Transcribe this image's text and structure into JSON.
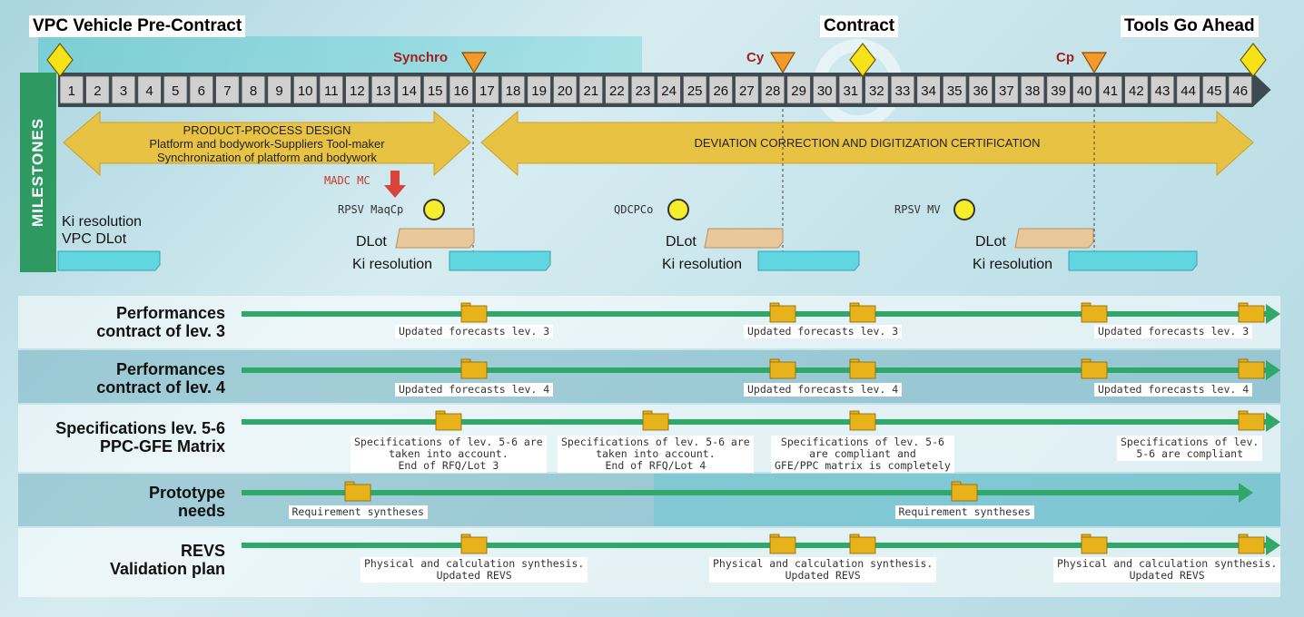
{
  "header": {
    "vpc": "VPC Vehicle Pre-Contract",
    "contract": "Contract",
    "tools": "Tools Go Ahead"
  },
  "sidebar_label": "MILESTONES",
  "milestones": {
    "synchro": "Synchro",
    "cy": "Cy",
    "cp": "Cp"
  },
  "weeks": [
    "1",
    "2",
    "3",
    "4",
    "5",
    "6",
    "7",
    "8",
    "9",
    "10",
    "11",
    "12",
    "13",
    "14",
    "15",
    "16",
    "17",
    "18",
    "19",
    "20",
    "21",
    "22",
    "23",
    "24",
    "25",
    "26",
    "27",
    "28",
    "29",
    "30",
    "31",
    "32",
    "33",
    "34",
    "35",
    "36",
    "37",
    "38",
    "39",
    "40",
    "41",
    "42",
    "43",
    "44",
    "45",
    "46"
  ],
  "phases": {
    "design_line1": "PRODUCT-PROCESS DESIGN",
    "design_line2": "Platform and bodywork-Suppliers Tool-maker",
    "design_line3": "Synchronization of platform and bodywork",
    "deviation": "DEVIATION CORRECTION AND DIGITIZATION CERTIFICATION"
  },
  "checkpoints": {
    "madc": "MADC MC",
    "rpsv_maqcp": "RPSV MaqCp",
    "qdcpco": "QDCPCo",
    "rpsv_mv": "RPSV MV",
    "ki_resolution_vpc_1": "Ki resolution",
    "ki_resolution_vpc_2": "VPC DLot",
    "dlot": "DLot",
    "ki_resolution": "Ki resolution"
  },
  "colors": {
    "green_lane": "#2fa86a",
    "folder": "#e8b21a",
    "gold_arrow": "#e8c242",
    "ruler": "#c9c9c9"
  },
  "lanes": [
    {
      "title1": "Performances",
      "title2": "contract of lev. 3",
      "labels": [
        "Updated forecasts lev. 3",
        "Updated forecasts lev. 3",
        "Updated forecasts lev. 3"
      ]
    },
    {
      "title1": "Performances",
      "title2": "contract of lev. 4",
      "labels": [
        "Updated forecasts lev. 4",
        "Updated forecasts lev. 4",
        "Updated forecasts lev. 4"
      ]
    },
    {
      "title1": "Specifications lev. 5-6",
      "title2": "PPC-GFE Matrix",
      "labels": [
        "Specifications of lev. 5-6 are|taken into account.|End of RFQ/Lot 3",
        "Specifications of lev. 5-6 are|taken into account.|End of RFQ/Lot 4",
        "Specifications of lev. 5-6|are compliant and|GFE/PPC matrix is completely",
        "Specifications of lev.|5-6 are compliant"
      ]
    },
    {
      "title1": "Prototype",
      "title2": "needs",
      "labels": [
        "Requirement syntheses",
        "Requirement syntheses"
      ]
    },
    {
      "title1": "REVS",
      "title2": "Validation plan",
      "labels": [
        "Physical and calculation synthesis.|Updated REVS",
        "Physical and calculation synthesis.|Updated REVS",
        "Physical and calculation synthesis.|Updated REVS"
      ]
    }
  ]
}
